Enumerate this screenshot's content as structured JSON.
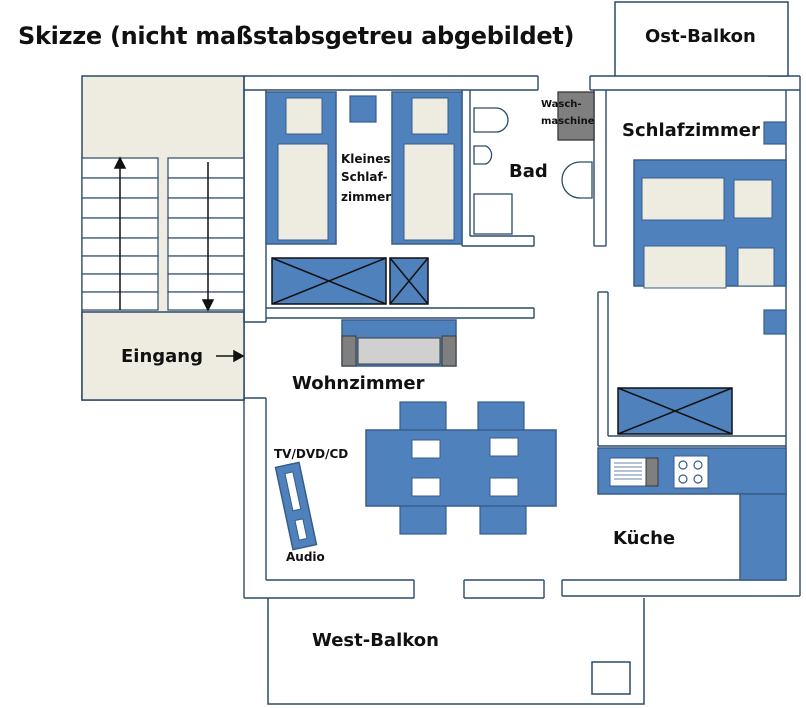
{
  "title": "Skizze (nicht maßstabsgetreu abgebildet)",
  "rooms": {
    "ost_balkon": "Ost-Balkon",
    "schlafzimmer": "Schlafzimmer",
    "bad": "Bad",
    "waschmaschine_1": "Wasch-",
    "waschmaschine_2": "maschine",
    "kleines_1": "Kleines",
    "kleines_2": "Schlaf-",
    "kleines_3": "zimmer",
    "eingang": "Eingang",
    "wohnzimmer": "Wohnzimmer",
    "tv": "TV/DVD/CD",
    "audio": "Audio",
    "kueche": "Küche",
    "west_balkon": "West-Balkon"
  },
  "colors": {
    "furniture": "#4f81bd",
    "furniture_edge": "#385d8a",
    "wall": "#2c4a6b",
    "cream": "#eeece1",
    "stair_fill": "#eeece1",
    "gray": "#7f7f7f",
    "light_gray": "#d0d0d0"
  }
}
